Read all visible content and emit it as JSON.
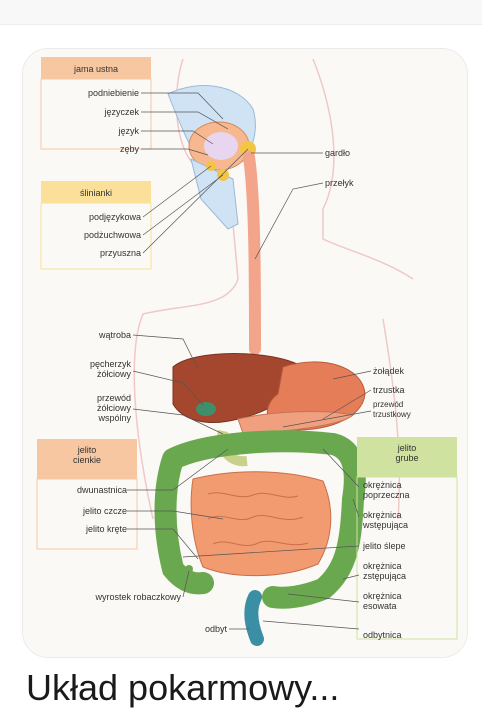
{
  "result": {
    "caption": "Układ pokarmowy...",
    "diagram": {
      "groups": {
        "mouth": "jama ustna",
        "salivary": "ślinianki",
        "small_intestine": "jelito\ncienkie",
        "large_intestine": "jelito\ngrube"
      },
      "labels": {
        "soft_palate": "podniebienie",
        "uvula": "języczek",
        "tongue": "język",
        "teeth": "zęby",
        "sublingual": "podjęzykowa",
        "submandibular": "podżuchwowa",
        "parotid": "przyuszna",
        "pharynx": "gardło",
        "esophagus": "przełyk",
        "liver": "wątroba",
        "gallbladder": "pęcherzyk\nżółciowy",
        "bile_duct": "przewód\nżółciowy\nwspólny",
        "duodenum": "dwunastnica",
        "jejunum": "jelito czcze",
        "ileum": "jelito kręte",
        "appendix": "wyrostek robaczkowy",
        "anus": "odbyt",
        "stomach": "żołądek",
        "pancreas": "trzustka",
        "pancreatic_duct": "przewód\ntrzustkowy",
        "transverse_colon": "okrężnica\npoprzeczna",
        "ascending_colon": "okrężnica\nwstępująca",
        "cecum": "jelito ślepe",
        "descending_colon": "okrężnica\nzstępująca",
        "sigmoid_colon": "okrężnica\nesowata",
        "rectum": "odbytnica"
      }
    }
  }
}
